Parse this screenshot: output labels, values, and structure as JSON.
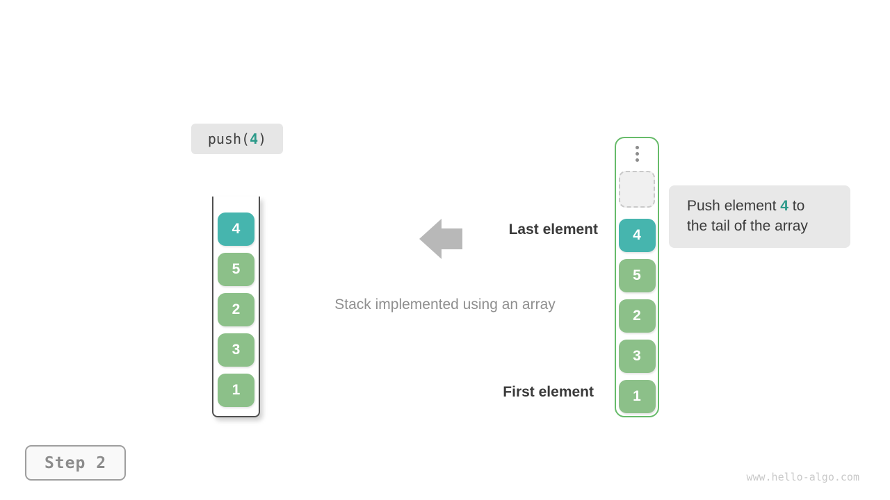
{
  "colors": {
    "teal": "#46b5ae",
    "green": "#8cc089",
    "array_border": "#67bb6a",
    "accent_text": "#2c9a8a",
    "arrow_gray": "#b8b8b8"
  },
  "push_chip": {
    "prefix": "push(",
    "arg": "4",
    "suffix": ")"
  },
  "left_stack": {
    "cells": [
      {
        "value": "4",
        "highlight": true
      },
      {
        "value": "5",
        "highlight": false
      },
      {
        "value": "2",
        "highlight": false
      },
      {
        "value": "3",
        "highlight": false
      },
      {
        "value": "1",
        "highlight": false
      }
    ]
  },
  "right_array": {
    "ellipsis_icon": "vertical-ellipsis",
    "empty_slot": "dashed-empty-slot",
    "cells": [
      {
        "value": "4",
        "highlight": true
      },
      {
        "value": "5",
        "highlight": false
      },
      {
        "value": "2",
        "highlight": false
      },
      {
        "value": "3",
        "highlight": false
      },
      {
        "value": "1",
        "highlight": false
      }
    ]
  },
  "annotations": {
    "last_element": "Last element",
    "first_element": "First element",
    "caption": "Stack implemented using an array"
  },
  "tooltip": {
    "before": "Push element ",
    "arg": "4",
    "after": " to",
    "line2": "the tail of the array"
  },
  "step_chip": "Step 2",
  "watermark": "www.hello-algo.com"
}
